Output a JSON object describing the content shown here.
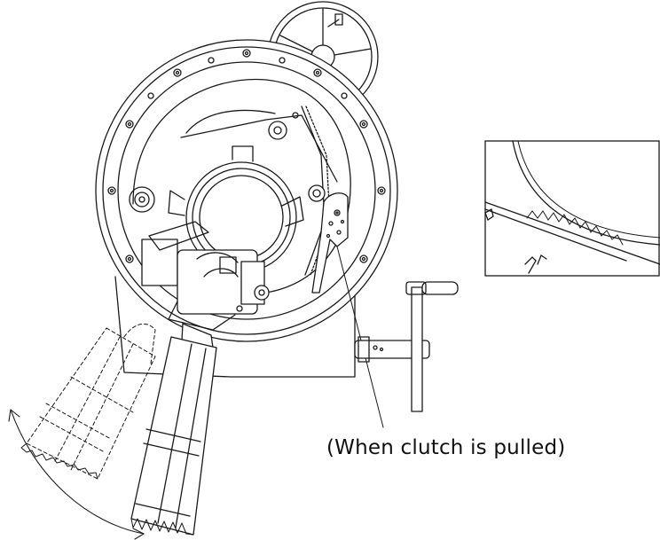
{
  "diagram": {
    "caption": "(When clutch is pulled)",
    "line_color": "#1a1a1a",
    "background": "#ffffff",
    "parts": [
      "handwheel-icon",
      "clamp-ring",
      "clutch-lever",
      "crank-handle",
      "motor-unit",
      "swing-arrow-icon",
      "gear-detail-inset"
    ]
  }
}
